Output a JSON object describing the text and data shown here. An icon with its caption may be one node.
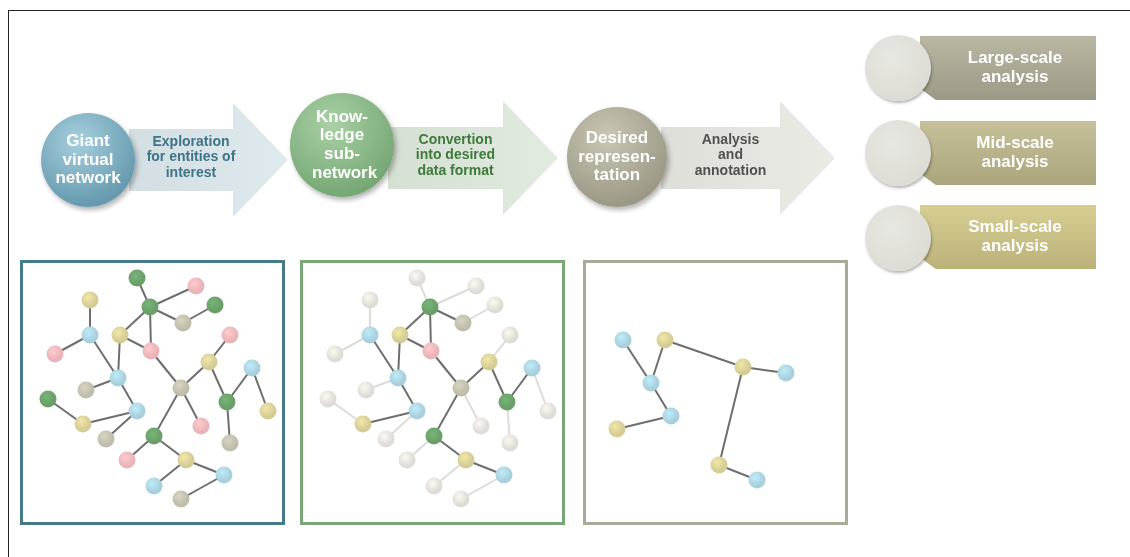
{
  "diagram": {
    "nodes": [
      {
        "text": [
          "Giant virtual network"
        ]
      },
      {
        "text": [
          "Know- ledge sub- network"
        ]
      },
      {
        "text": [
          "Desired represen- tation"
        ]
      },
      {
        "text": [
          "Large-scale analysis"
        ]
      },
      {
        "text": [
          "Mid-scale analysis"
        ]
      },
      {
        "text": [
          "Small-scale analysis"
        ]
      }
    ],
    "edges": [
      {
        "from": 0,
        "to": 1,
        "arrow": "to",
        "label": "Exploration for entities of interest"
      },
      {
        "from": 1,
        "to": 2,
        "arrow": "to",
        "label": "Convertion into desired data format"
      },
      {
        "from": 2,
        "to": null,
        "arrow": "to",
        "label": "Analysis and annotation"
      }
    ]
  }
}
